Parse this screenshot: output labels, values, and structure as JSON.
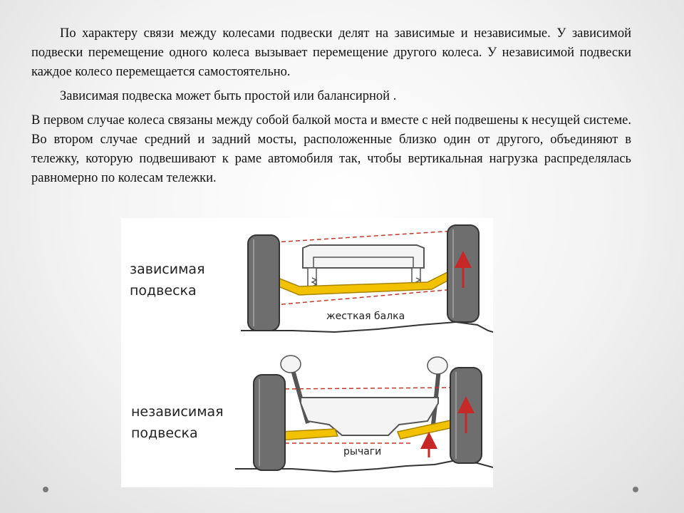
{
  "paragraphs": {
    "p1": "По характеру связи между колесами подвески делят на зависимые и независимые. У зависимой подвески перемещение одного колеса вызывает перемещение другого колеса. У независимой подвески каждое колесо перемещается самостоятельно.",
    "p2": "Зависимая подвеска может быть простой или балансирной .",
    "p3": "В первом случае колеса связаны между собой балкой моста и вместе с ней подвешены к несущей системе. Во втором случае средний и задний мосты, расположенные близко один от другого, объединяют в тележку, которую подвешивают к раме автомобиля так, чтобы вертикальная нагрузка распределялась равномерно по колесам тележки."
  },
  "figure": {
    "top_label_line1": "зависимая",
    "top_label_line2": "подвеска",
    "top_caption": "жесткая балка",
    "bottom_label_line1": "независимая",
    "bottom_label_line2": "подвеска",
    "bottom_caption": "рычаги"
  },
  "colors": {
    "beam": "#f2c200",
    "arrow": "#c62828",
    "tire": "#6e6e6e",
    "dashed": "#c0392b"
  }
}
